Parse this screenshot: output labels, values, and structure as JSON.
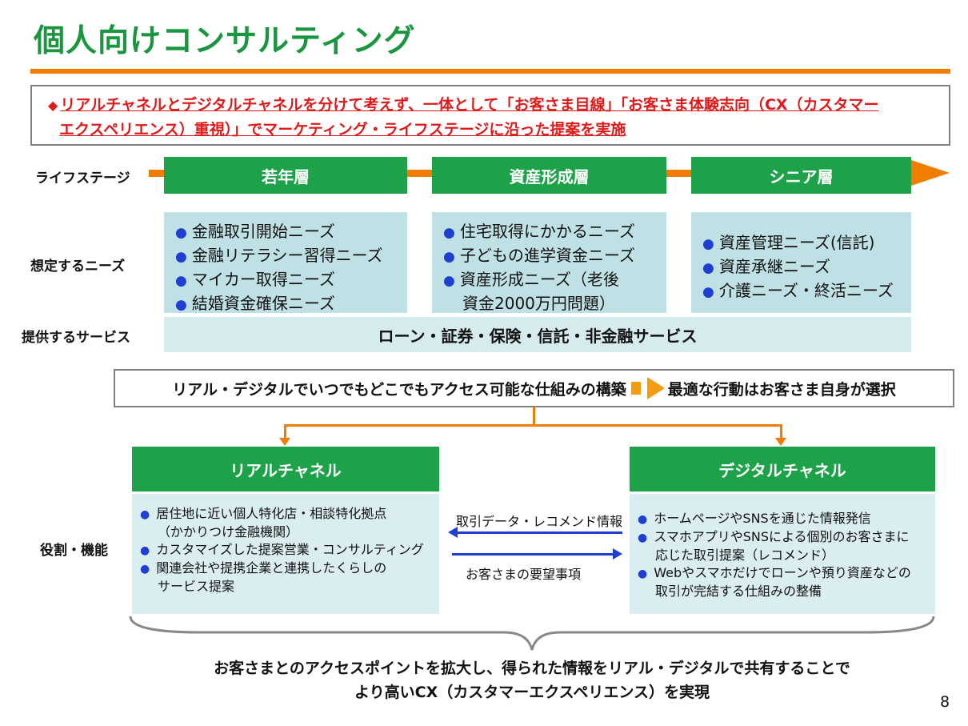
{
  "title": "個人向けコンサルティング",
  "message": {
    "line1": "リアルチャネルとデジタルチャネルを分けて考えず、一体として「お客さま目線」「お客さま体験志向（CX（カスタマー",
    "line2": "エクスペリエンス）重視）」でマーケティング・ライフステージに沿った提案を実施"
  },
  "labels": {
    "lifestage": "ライフステージ",
    "needs": "想定するニーズ",
    "services": "提供するサービス",
    "roles": "役割・機能"
  },
  "stages": [
    {
      "name": "若年層",
      "needs": [
        "金融取引開始ニーズ",
        "金融リテラシー習得ニーズ",
        "マイカー取得ニーズ",
        "結婚資金確保ニーズ"
      ]
    },
    {
      "name": "資産形成層",
      "needs": [
        "住宅取得にかかるニーズ",
        "子どもの進学資金ニーズ",
        "資産形成ニーズ（老後",
        "資金2000万円問題）"
      ]
    },
    {
      "name": "シニア層",
      "needs": [
        "資産管理ニーズ(信託)",
        "資産承継ニーズ",
        "介護ニーズ・終活ニーズ"
      ]
    }
  ],
  "services": "ローン・証券・保険・信託・非金融サービス",
  "access": {
    "left": "リアル・デジタルでいつでもどこでもアクセス可能な仕組みの構築",
    "right": "最適な行動はお客さま自身が選択"
  },
  "channels": {
    "real": {
      "title": "リアルチャネル",
      "items": [
        "居住地に近い個人特化店・相談特化拠点",
        "（かかりつけ金融機関）",
        "カスタマイズした提案営業・コンサルティング",
        "関連会社や提携企業と連携したくらしの",
        "サービス提案"
      ]
    },
    "digital": {
      "title": "デジタルチャネル",
      "items": [
        "ホームページやSNSを通じた情報発信",
        "スマホアプリやSNSによる個別のお客さまに",
        "応じた取引提案（レコメンド）",
        "Webやスマホだけでローンや預り資産などの",
        "取引が完結する仕組みの整備"
      ]
    }
  },
  "flows": {
    "to_real": "取引データ・レコメンド情報",
    "to_digital": "お客さまの要望事項"
  },
  "conclusion": {
    "line1": "お客さまとのアクセスポイントを拡大し、得られた情報をリアル・デジタルで共有することで",
    "line2": "より高いCX（カスタマーエクスペリエンス）を実現"
  },
  "page_number": "8",
  "colors": {
    "title_green": "#1a9641",
    "header_green": "#1ea249",
    "accent_orange": "#f07d00",
    "emphasis_red": "#e01a1a",
    "bullet_blue": "#1f3fd1",
    "panel_blue": "#bfe0e4"
  }
}
